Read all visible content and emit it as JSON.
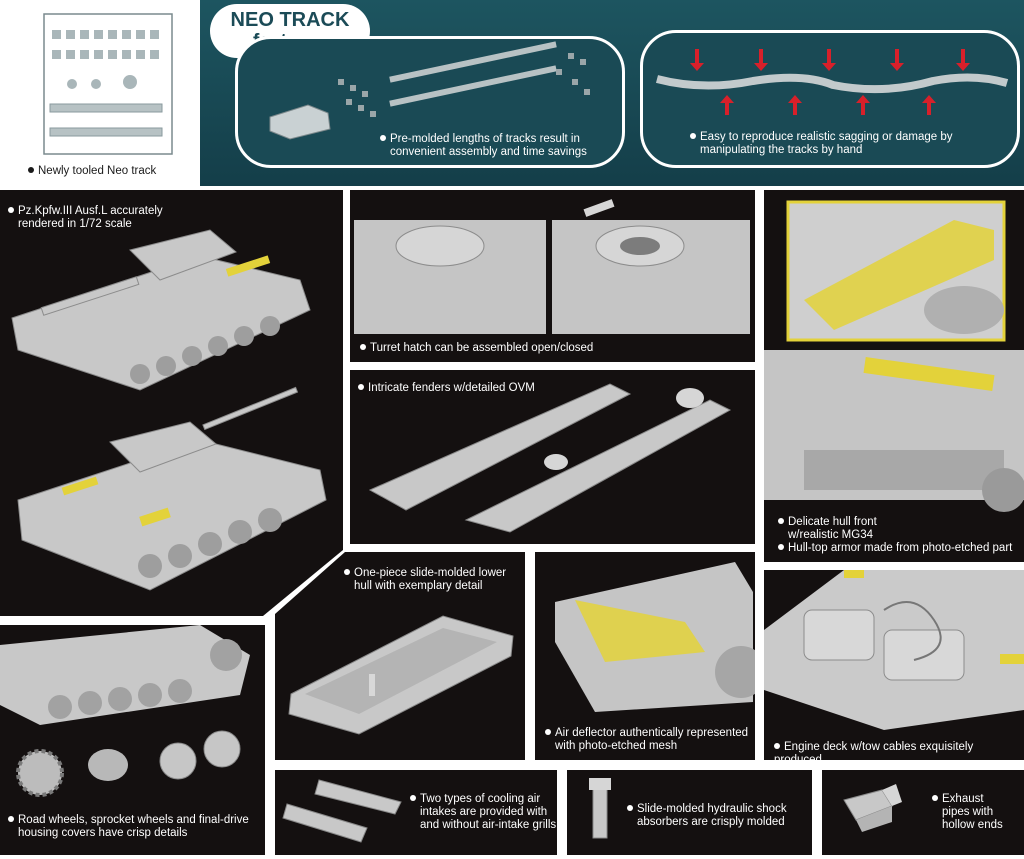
{
  "header": {
    "title_line1": "NEO TRACK",
    "title_line2": "features",
    "sprue_caption": "Newly tooled Neo track",
    "track_lengths_caption": [
      "Pre-molded lengths of tracks result in",
      "convenient assembly and time savings"
    ],
    "sagging_caption": [
      "Easy to reproduce realistic sagging or damage by",
      "manipulating the tracks by hand"
    ]
  },
  "features": {
    "scale": [
      "Pz.Kpfw.III Ausf.L accurately",
      "rendered in 1/72 scale"
    ],
    "turret_hatch": [
      "Turret hatch can be assembled open/closed"
    ],
    "fenders": [
      "Intricate fenders w/detailed OVM"
    ],
    "hull_front": [
      "Delicate hull front",
      "w/realistic MG34"
    ],
    "hull_armor": [
      "Hull-top armor made from photo-etched part"
    ],
    "lower_hull": [
      "One-piece slide-molded lower",
      "hull with exemplary detail"
    ],
    "air_deflector": [
      "Air deflector authentically represented",
      "with photo-etched mesh"
    ],
    "engine_deck": [
      "Engine deck w/tow cables exquisitely produced"
    ],
    "road_wheels": [
      "Road wheels, sprocket wheels and final-drive",
      "housing covers have crisp details"
    ],
    "cooling_intakes": [
      "Two types of cooling air",
      "intakes are provided with",
      "and without air-intake grills"
    ],
    "shock_absorbers": [
      "Slide-molded hydraulic shock",
      "absorbers are crisply molded"
    ],
    "exhaust": [
      "Exhaust",
      "pipes with",
      "hollow ends"
    ]
  },
  "colors": {
    "header_teal": "#1a4a55",
    "panel_black": "#141010",
    "model_grey": "#c8c8c8",
    "photo_etch_yellow": "#e3d23a",
    "arrow_red": "#d8202a"
  }
}
